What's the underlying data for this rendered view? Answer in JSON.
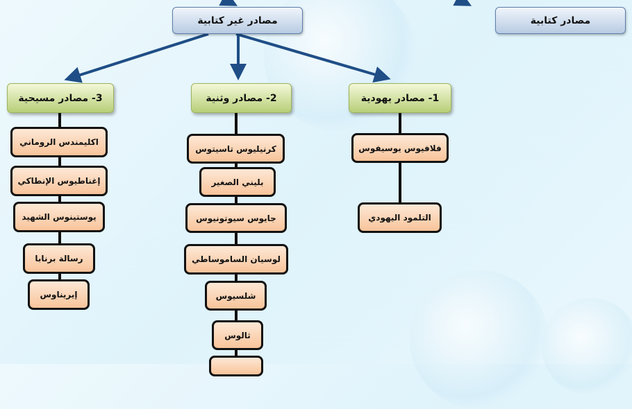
{
  "top": {
    "non_written": "مصادر غير كتابية",
    "written": "مصادر كتابية"
  },
  "categories": [
    {
      "label": "1- مصادر يهودية",
      "items": [
        "فلافيوس يوسيفوس",
        "التلمود اليهودي"
      ]
    },
    {
      "label": "2- مصادر وثنية",
      "items": [
        "كرنيليوس تاسيتوس",
        "بليني الصغير",
        "جايوس سيوتونيوس",
        "لوسيان الساموساطي",
        "شلسيوس",
        "ثالوس"
      ]
    },
    {
      "label": "3- مصادر مسيحية",
      "items": [
        "اكليمندس الروماني",
        "إغناطيوس الإنطاكي",
        "يوستينوس الشهيد",
        "رسالة برنابا",
        "إيريناوس"
      ]
    }
  ],
  "colors": {
    "arrow": "#1f4e86",
    "background": "#e4f5fb"
  }
}
